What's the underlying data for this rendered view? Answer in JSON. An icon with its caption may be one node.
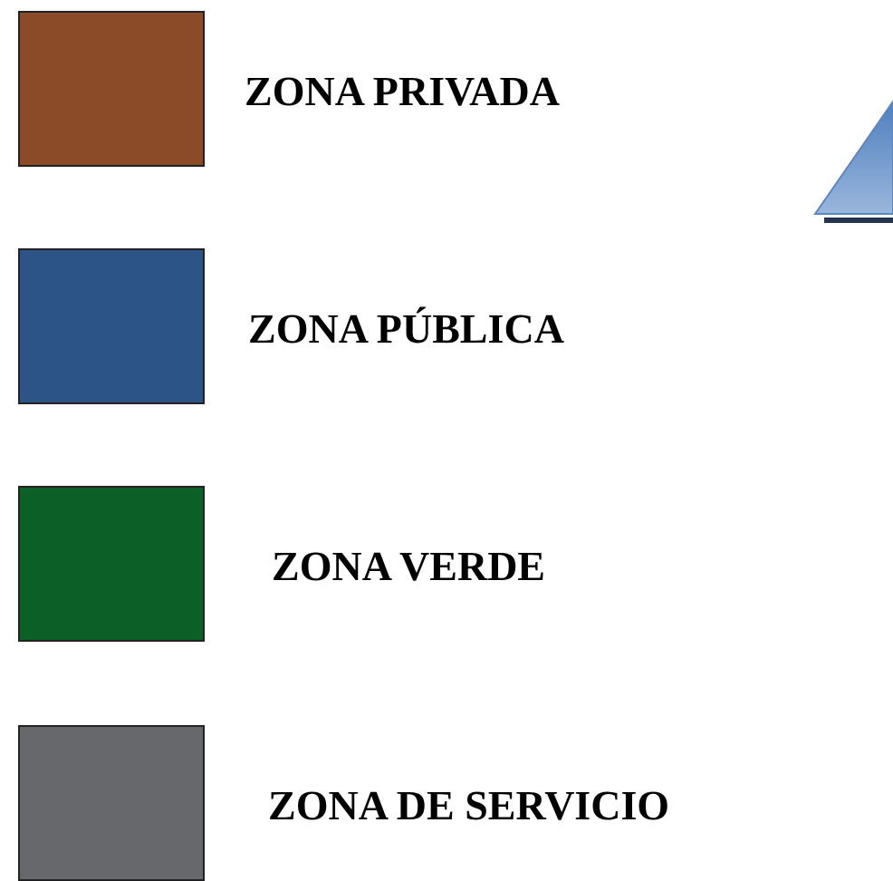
{
  "diagram": {
    "legend": [
      {
        "text": "ZONA PRIVADA",
        "color": "#8b4a28"
      },
      {
        "text": "ZONA PÚBLICA",
        "color": "#2c5487"
      },
      {
        "text": "ZONA VERDE",
        "color": "#0b5f27"
      },
      {
        "text": "ZONA DE SERVICIO",
        "color": "#67686b"
      }
    ]
  }
}
